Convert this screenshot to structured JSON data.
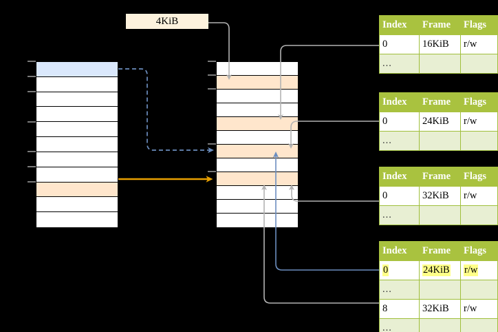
{
  "diagram": {
    "title_label": "4KiB",
    "colors": {
      "highlight_blue": "#dae8fc",
      "highlight_peach": "#ffe6cc",
      "highlight_yellow": "#ffff88",
      "table_header_green": "#a9c23f",
      "table_ellipsis_green": "#e8efd3",
      "orange_arrow": "#e8a000",
      "blue_arrow": "#6c8ebf",
      "gray_wire": "#b3b3b3",
      "background": "#000000"
    }
  },
  "virtual_column": {
    "name": "virtual-address-space-column",
    "row_count": 11,
    "rows": [
      {
        "label": "",
        "fill": "blue"
      },
      {
        "label": "",
        "fill": "none"
      },
      {
        "label": "",
        "fill": "none"
      },
      {
        "label": "",
        "fill": "none"
      },
      {
        "label": "",
        "fill": "none"
      },
      {
        "label": "",
        "fill": "none"
      },
      {
        "label": "",
        "fill": "none"
      },
      {
        "label": "",
        "fill": "none"
      },
      {
        "label": "",
        "fill": "peach"
      },
      {
        "label": "",
        "fill": "none"
      },
      {
        "label": "",
        "fill": "none"
      }
    ]
  },
  "physical_column": {
    "name": "physical-memory-column",
    "row_count": 12,
    "rows": [
      {
        "label": "",
        "fill": "none"
      },
      {
        "label": "",
        "fill": "peach"
      },
      {
        "label": "",
        "fill": "none"
      },
      {
        "label": "",
        "fill": "none"
      },
      {
        "label": "",
        "fill": "peach"
      },
      {
        "label": "",
        "fill": "none"
      },
      {
        "label": "",
        "fill": "peach"
      },
      {
        "label": "",
        "fill": "none"
      },
      {
        "label": "",
        "fill": "peach"
      },
      {
        "label": "",
        "fill": "none"
      },
      {
        "label": "",
        "fill": "none"
      },
      {
        "label": "",
        "fill": "none"
      }
    ]
  },
  "page_tables": [
    {
      "id": "page-table-1",
      "headers": [
        "Index",
        "Frame",
        "Flags"
      ],
      "rows": [
        {
          "type": "data",
          "cells": [
            "0",
            "16KiB",
            "r/w"
          ],
          "highlight": [
            false,
            false,
            false
          ]
        },
        {
          "type": "ellipsis",
          "cells": [
            "...",
            "",
            ""
          ],
          "highlight": [
            false,
            false,
            false
          ]
        }
      ]
    },
    {
      "id": "page-table-2",
      "headers": [
        "Index",
        "Frame",
        "Flags"
      ],
      "rows": [
        {
          "type": "data",
          "cells": [
            "0",
            "24KiB",
            "r/w"
          ],
          "highlight": [
            false,
            false,
            false
          ]
        },
        {
          "type": "ellipsis",
          "cells": [
            "...",
            "",
            ""
          ],
          "highlight": [
            false,
            false,
            false
          ]
        }
      ]
    },
    {
      "id": "page-table-3",
      "headers": [
        "Index",
        "Frame",
        "Flags"
      ],
      "rows": [
        {
          "type": "data",
          "cells": [
            "0",
            "32KiB",
            "r/w"
          ],
          "highlight": [
            false,
            false,
            false
          ]
        },
        {
          "type": "ellipsis",
          "cells": [
            "...",
            "",
            ""
          ],
          "highlight": [
            false,
            false,
            false
          ]
        }
      ]
    },
    {
      "id": "page-table-4",
      "headers": [
        "Index",
        "Frame",
        "Flags"
      ],
      "rows": [
        {
          "type": "data",
          "cells": [
            "0",
            "24KiB",
            "r/w"
          ],
          "highlight": [
            true,
            true,
            true
          ]
        },
        {
          "type": "ellipsis",
          "cells": [
            "...",
            "",
            ""
          ],
          "highlight": [
            false,
            false,
            false
          ]
        },
        {
          "type": "data",
          "cells": [
            "8",
            "32KiB",
            "r/w"
          ],
          "highlight": [
            false,
            false,
            false
          ]
        },
        {
          "type": "ellipsis",
          "cells": [
            "...",
            "",
            ""
          ],
          "highlight": [
            false,
            false,
            false
          ]
        }
      ]
    }
  ]
}
